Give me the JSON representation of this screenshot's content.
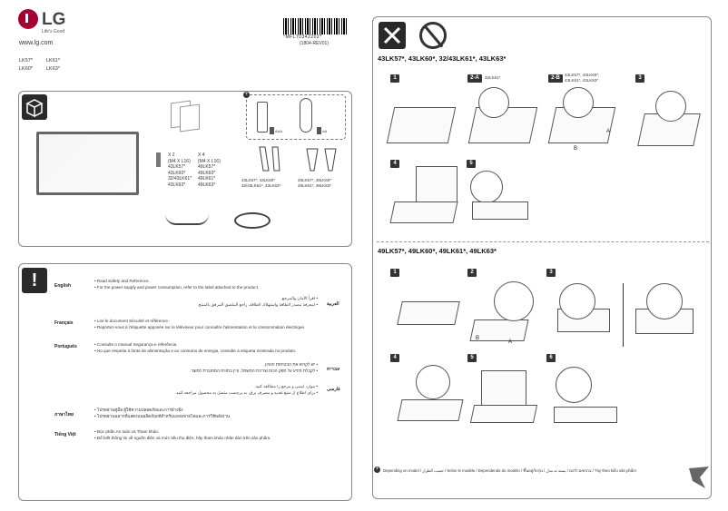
{
  "brand": {
    "name": "LG",
    "tagline": "Life's Good",
    "website": "www.lg.com"
  },
  "models": {
    "col1": [
      "LK57*",
      "LK60*"
    ],
    "col2": [
      "LK61*",
      "LK63*"
    ]
  },
  "barcode": {
    "text": "*MFL70342202*",
    "code": "(1804-REV01)"
  },
  "contents": {
    "icon": "box-icon",
    "screw": {
      "qty1": "X 2",
      "spec1": "(M4 X L16)",
      "models1": [
        "43LK57*",
        "43LK60*",
        "32/43LK61*",
        "43LK63*"
      ],
      "qty2": "X 4",
      "spec2": "(M4 X L16)",
      "models2": [
        "49LK57*",
        "49LK60*",
        "49LK61*",
        "49LK63*"
      ]
    },
    "optional": {
      "battery1": "AAA",
      "battery2": "AA"
    },
    "stands": [
      {
        "models": [
          "43LK57*, 43LK60*",
          "32/43LK61*, 43LK63*"
        ]
      },
      {
        "models": [
          "49LK57*, 49LK60*",
          "49LK61*, 49LK63*"
        ]
      }
    ]
  },
  "warnings": {
    "icon": "exclamation-icon",
    "glyph": "!",
    "languages": [
      {
        "lang": "English",
        "lines": [
          "• Read Safety and Reference.",
          "• For the power supply and power consumption, refer to the label attached to the product."
        ]
      },
      {
        "lang": "Français",
        "lines": [
          "• Lire le document Sécurité et référence.",
          "• Reportez-vous à l'étiquette apposée sur le téléviseur pour connaître l'alimentation et la consommation électrique."
        ]
      },
      {
        "lang": "Português",
        "lines": [
          "• Consulte o manual Segurança e referência.",
          "• No que respeita à fonte de alimentação e ao consumo de energia, consulte a etiqueta mostrada no produto."
        ]
      },
      {
        "lang": "ภาษาไทย",
        "lines": [
          "• โปรดอ่านคู่มือ ผู้ใช้ความปลอดภัยและการอ้างอิง",
          "• โปรดอ่านฉลากที่แสดงบนผลิตภัณฑ์สำหรับแหล่งจ่ายไฟและการใช้พลังงาน"
        ]
      },
      {
        "lang": "Tiếng Việt",
        "lines": [
          "• Đọc phần An toàn và Tham khảo.",
          "• Để biết thông tin về nguồn điện và mức tiêu thụ điện, hãy tham khảo nhãn dán trên sản phẩm."
        ]
      }
    ],
    "rtl": [
      {
        "lang": "العربية",
        "lines": [
          "• اقرأ الأمان والمرجع.",
          "• لمعرفة مصدر الطاقة واستهلاك الطاقة، راجع الملصق المرفق بالمنتج."
        ]
      },
      {
        "lang": "עברית",
        "lines": [
          "• יש לקרוא את הבטיחות והעיון.",
          "• לקבלת מידע על ספק הכוח וצריכת החשמל, עיין בתווית המחוברת למוצר."
        ]
      },
      {
        "lang": "فارسی",
        "lines": [
          "• موارد ایمنی و مرجع را مطالعه کنید.",
          "• برای اطلاع از منبع تغذیه و مصرف برق، به برچسب متصل به محصول مراجعه کنید."
        ]
      }
    ]
  },
  "assembly": {
    "tools_icon": "tools-icon",
    "no_screw_icon": "no-screwdriver-icon",
    "section1": {
      "title": "43LK57*, 43LK60*, 32/43LK61*, 43LK63*",
      "steps": [
        "1",
        "2-A",
        "2-B",
        "3",
        "4",
        "5"
      ],
      "note_2a": "32LK61*",
      "note_2b": [
        "43LK57*, 43LK60*,",
        "43LK61*, 43LK63*"
      ],
      "letters": [
        "A",
        "B"
      ]
    },
    "section2": {
      "title": "49LK57*, 49LK60*, 49LK61*, 49LK63*",
      "steps": [
        "1",
        "2",
        "3",
        "4",
        "5",
        "6"
      ],
      "letters": [
        "B",
        "A"
      ]
    }
  },
  "footer": {
    "text": "Depending on model / حسب الطراز / Selon le modèle / Dependendo do modelo / ขึ้นอยู่กับรุ่น / בהתאם לדגם / بسته به مدل / Tùy theo kiểu sản phẩm"
  }
}
